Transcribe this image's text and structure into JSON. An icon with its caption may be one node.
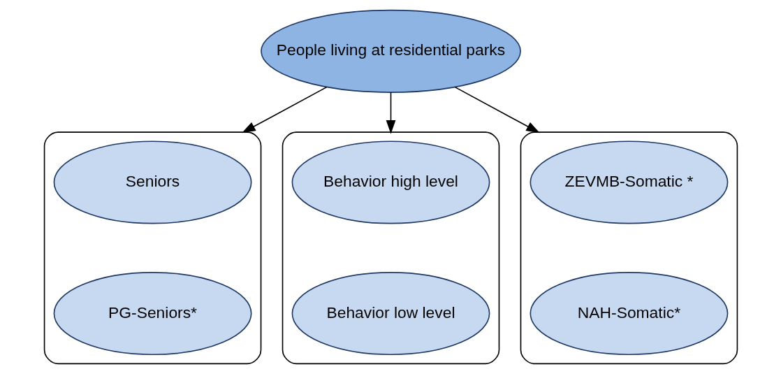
{
  "diagram": {
    "nodes": [
      {
        "text": [
          "People living at residential parks"
        ]
      },
      {
        "text": [],
        "shape": "box"
      },
      {
        "text": [
          "Seniors"
        ],
        "in": 1
      },
      {
        "text": [
          "PG-Seniors*"
        ],
        "in": 1
      },
      {
        "text": [],
        "shape": "box"
      },
      {
        "text": [
          "Behavior high level"
        ],
        "in": 4
      },
      {
        "text": [
          "Behavior low level"
        ],
        "in": 4
      },
      {
        "text": [],
        "shape": "box"
      },
      {
        "text": [
          "ZEVMB-Somatic *"
        ],
        "in": 7
      },
      {
        "text": [
          "NAH-Somatic*"
        ],
        "in": 7
      }
    ],
    "edges": [
      {
        "from": 0,
        "to": 1,
        "arrow": "to"
      },
      {
        "from": 0,
        "to": 4,
        "arrow": "to"
      },
      {
        "from": 0,
        "to": 7,
        "arrow": "to"
      }
    ]
  }
}
